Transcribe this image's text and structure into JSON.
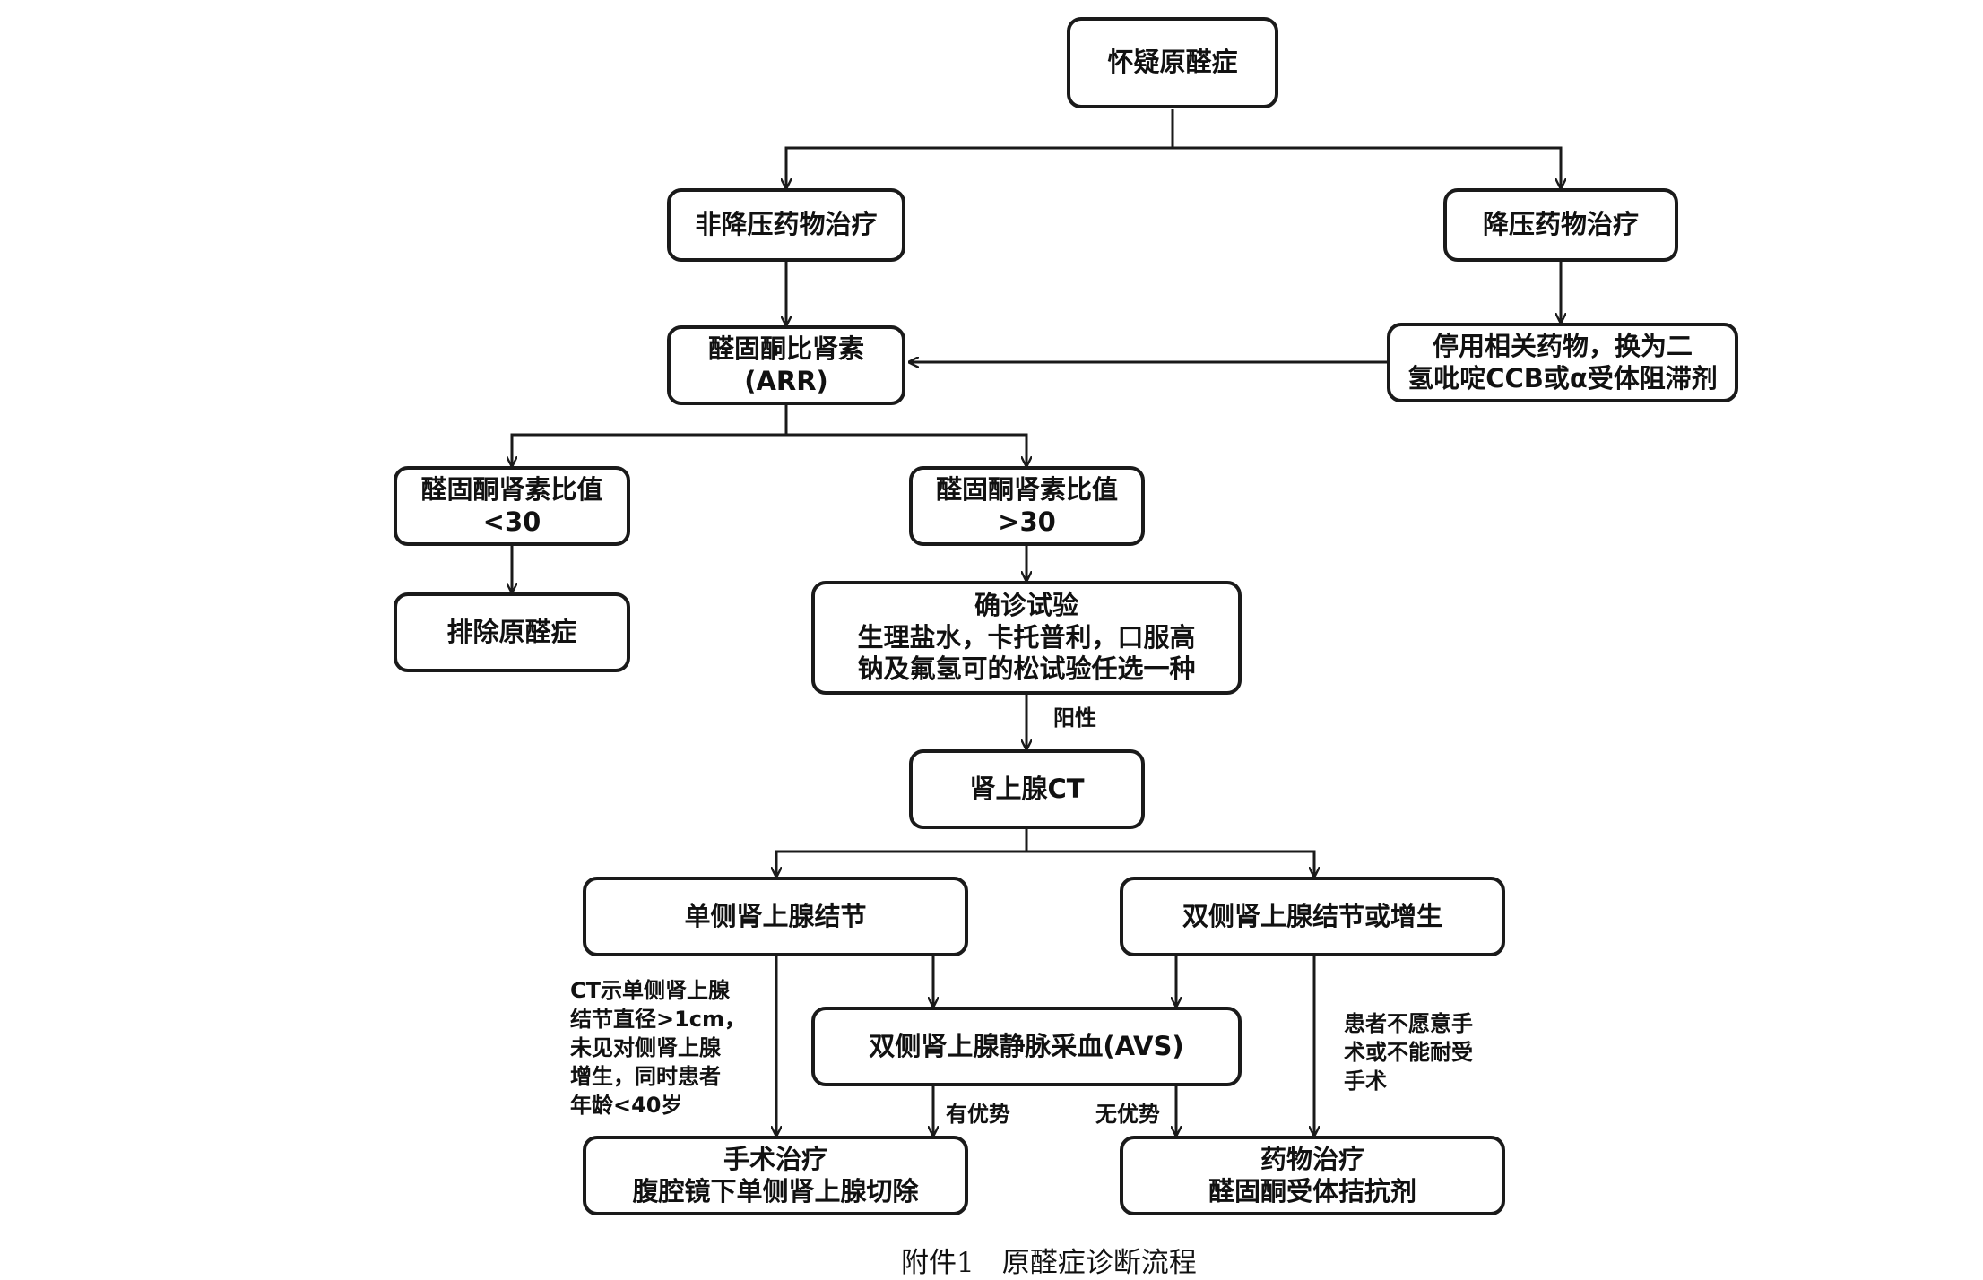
{
  "nodes": {
    "suspect": {
      "lines": [
        "怀疑原醛症"
      ]
    },
    "non_antihypertensive": {
      "lines": [
        "非降压药物治疗"
      ]
    },
    "antihypertensive": {
      "lines": [
        "降压药物治疗"
      ]
    },
    "arr": {
      "lines": [
        "醛固酮比肾素",
        "(ARR)"
      ]
    },
    "switch_drugs": {
      "lines": [
        "停用相关药物，换为二",
        "氢吡啶CCB或α受体阻滞剂"
      ]
    },
    "ratio_low": {
      "lines": [
        "醛固酮肾素比值",
        "<30"
      ]
    },
    "ratio_high": {
      "lines": [
        "醛固酮肾素比值",
        ">30"
      ]
    },
    "exclude": {
      "lines": [
        "排除原醛症"
      ]
    },
    "confirm": {
      "lines": [
        "确诊试验",
        "生理盐水，卡托普利，口服高",
        "钠及氟氢可的松试验任选一种"
      ]
    },
    "adrenal_ct": {
      "lines": [
        "肾上腺CT"
      ]
    },
    "unilateral": {
      "lines": [
        "单侧肾上腺结节"
      ]
    },
    "bilateral": {
      "lines": [
        "双侧肾上腺结节或增生"
      ]
    },
    "avs": {
      "lines": [
        "双侧肾上腺静脉采血(AVS)"
      ]
    },
    "surgery": {
      "lines": [
        "手术治疗",
        "腹腔镜下单侧肾上腺切除"
      ]
    },
    "medication": {
      "lines": [
        "药物治疗",
        "醛固酮受体拮抗剂"
      ]
    }
  },
  "edge_labels": {
    "positive": "阳性",
    "dominant": "有优势",
    "non_dominant": "无优势",
    "ct_condition": [
      "CT示单侧肾上腺",
      "结节直径>1cm，",
      "未见对侧肾上腺",
      "增生，同时患者",
      "年龄<40岁"
    ],
    "patient_refuse": [
      "患者不愿意手",
      "术或不能耐受",
      "手术"
    ]
  },
  "caption": "附件1　原醛症诊断流程"
}
